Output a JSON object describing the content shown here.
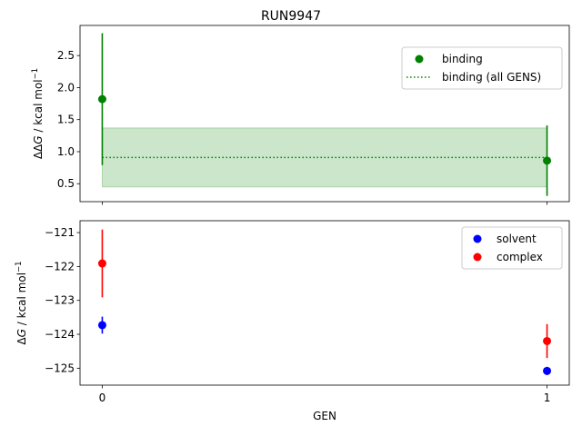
{
  "figure": {
    "title": "RUN9947"
  },
  "chart_data": [
    {
      "type": "scatter",
      "panel": "top",
      "xlabel": "",
      "ylabel": "ΔΔG / kcal mol⁻¹",
      "ylabel_parts": {
        "pre": "ΔΔ",
        "var": "G",
        "mid": " / kcal mol",
        "sup": "−1"
      },
      "xlim": [
        -0.05,
        1.05
      ],
      "ylim": [
        0.22,
        2.97
      ],
      "xticks": [
        0,
        1
      ],
      "xtick_labels_shown": false,
      "yticks": [
        0.5,
        1.0,
        1.5,
        2.0,
        2.5
      ],
      "ytick_labels": [
        "0.5",
        "1.0",
        "1.5",
        "2.0",
        "2.5"
      ],
      "grid": false,
      "legend_position": "top-right",
      "series": [
        {
          "name": "binding",
          "kind": "points_with_errorbars",
          "color": "#008000",
          "x": [
            0,
            1
          ],
          "y": [
            1.82,
            0.86
          ],
          "yerr": [
            1.03,
            0.55
          ]
        },
        {
          "name": "binding (all GENS)",
          "kind": "dotted_line_with_band",
          "color": "#008000",
          "band_color": "#008000",
          "band_opacity": 0.2,
          "x": [
            0,
            1
          ],
          "y": 0.91,
          "band": [
            0.45,
            1.37
          ]
        }
      ]
    },
    {
      "type": "scatter",
      "panel": "bottom",
      "xlabel": "GEN",
      "ylabel": "ΔG / kcal mol⁻¹",
      "ylabel_parts": {
        "pre": "Δ",
        "var": "G",
        "mid": " / kcal mol",
        "sup": "−1"
      },
      "xlim": [
        -0.05,
        1.05
      ],
      "ylim": [
        -125.5,
        -120.65
      ],
      "xticks": [
        0,
        1
      ],
      "xtick_labels": [
        "0",
        "1"
      ],
      "yticks": [
        -125,
        -124,
        -123,
        -122,
        -121
      ],
      "ytick_labels": [
        "−125",
        "−124",
        "−123",
        "−122",
        "−121"
      ],
      "grid": false,
      "legend_position": "top-right",
      "series": [
        {
          "name": "solvent",
          "kind": "points_with_errorbars",
          "color": "#0000ff",
          "x": [
            0,
            1
          ],
          "y": [
            -123.73,
            -125.08
          ],
          "yerr": [
            0.25,
            0.12
          ]
        },
        {
          "name": "complex",
          "kind": "points_with_errorbars",
          "color": "#ff0000",
          "x": [
            0,
            1
          ],
          "y": [
            -121.91,
            -124.2
          ],
          "yerr": [
            1.0,
            0.5
          ]
        }
      ]
    }
  ]
}
